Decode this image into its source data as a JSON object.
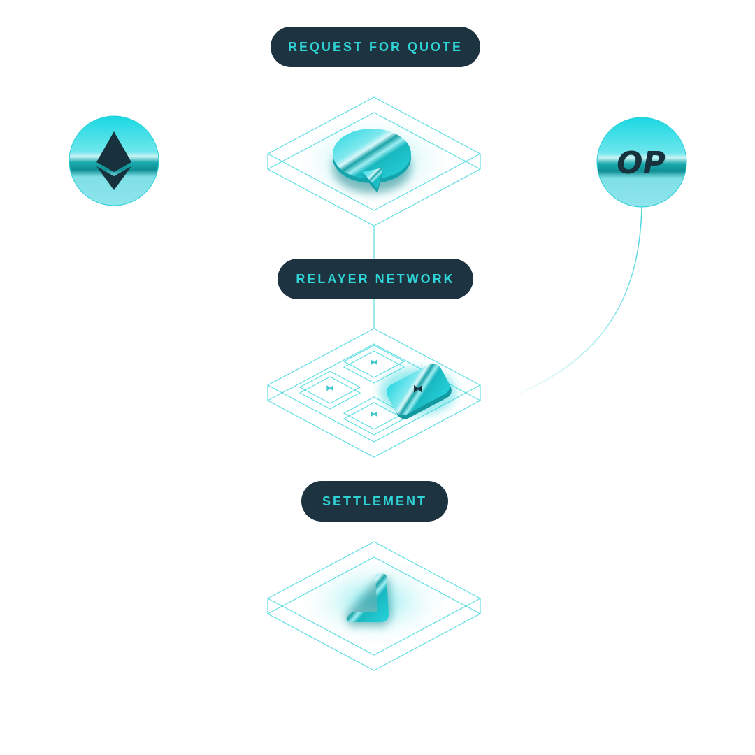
{
  "steps": [
    {
      "label": "REQUEST FOR QUOTE",
      "icon": "chat-bubble-icon"
    },
    {
      "label": "RELAYER NETWORK",
      "icon": "relayer-nodes-icon"
    },
    {
      "label": "SETTLEMENT",
      "icon": "checkmark-icon"
    }
  ],
  "chains": {
    "left": {
      "icon": "ethereum-icon"
    },
    "right": {
      "icon": "optimism-icon",
      "label": "OP"
    }
  },
  "colors": {
    "pill_bg": "#1e3340",
    "pill_text": "#2fd4d7",
    "accent": "#1fd3dc",
    "line": "#7fe3e6"
  }
}
